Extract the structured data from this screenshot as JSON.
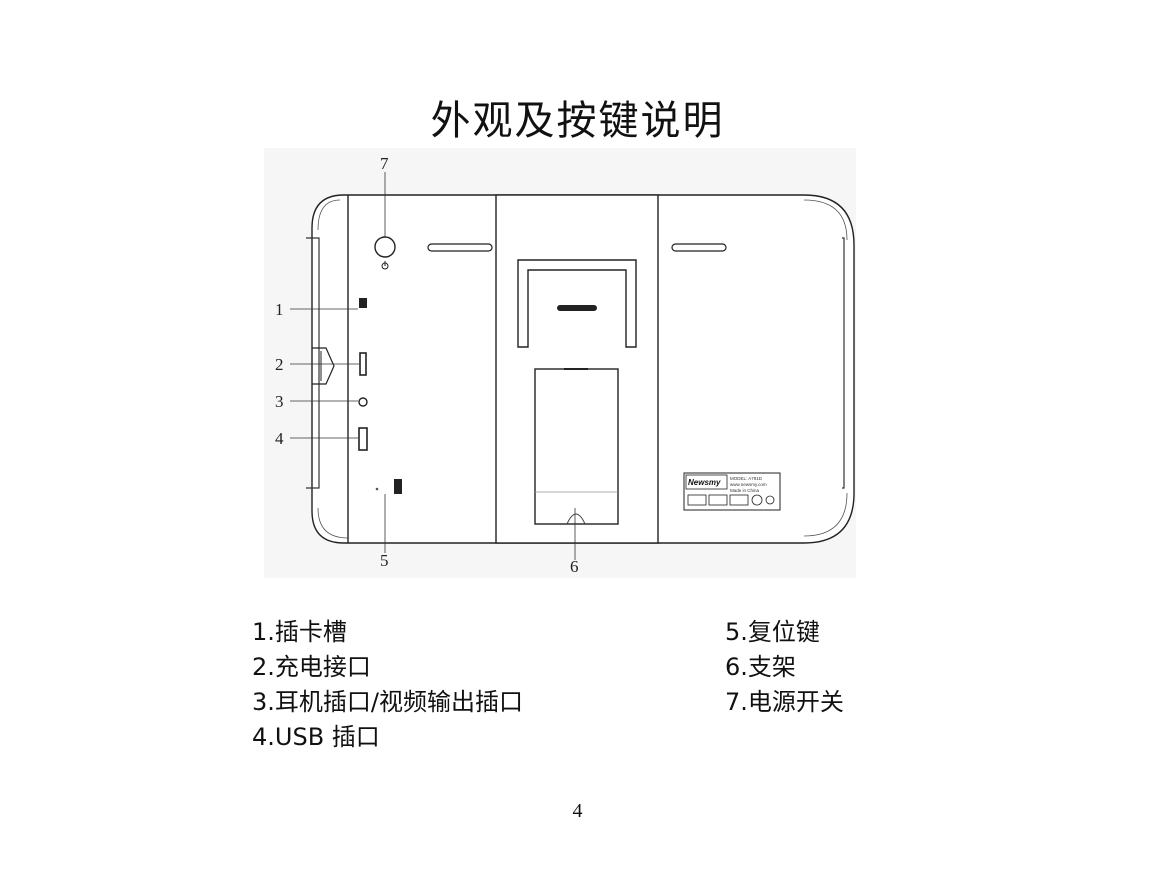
{
  "page": {
    "title": "外观及按键说明",
    "page_number": "4"
  },
  "figure": {
    "callouts": [
      "1",
      "2",
      "3",
      "4",
      "5",
      "6",
      "7"
    ],
    "label": {
      "brand": "Newsmy",
      "model_line": "MODEL: A791D",
      "url_line": "www.newsmy.com",
      "origin_line": "Made in China"
    }
  },
  "legend": {
    "left": [
      "1.插卡槽",
      "2.充电接口",
      "3.耳机插口/视频输出插口",
      "4.USB 插口"
    ],
    "right": [
      "5.复位键",
      "6.支架",
      "7.电源开关"
    ]
  }
}
